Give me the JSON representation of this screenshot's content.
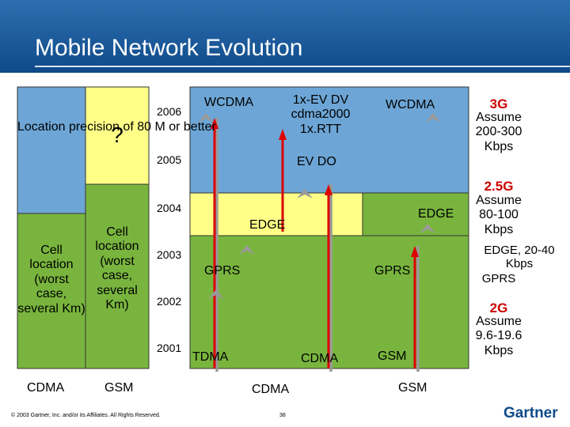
{
  "title": "Mobile Network Evolution",
  "colors": {
    "header": "#1a5a9e",
    "blue_fill": "#6da6d6",
    "green_fill": "#79b53e",
    "yellow_fill": "#ffff88",
    "arrow": "#dd0000",
    "tag_red": "#cc0000"
  },
  "left_boxes": {
    "location_precision": "Location precision of 80 M or better",
    "question": "?",
    "cell_location_cdma": "Cell location (worst case, several Km)",
    "cell_location_gsm": "Cell location (worst case, several Km)"
  },
  "years": [
    "2006",
    "2005",
    "2004",
    "2003",
    "2002",
    "2001"
  ],
  "tech_labels": {
    "wcdma_left": "WCDMA",
    "cdma2000": "1x-EV DV cdma2000 1x.RTT",
    "wcdma_right": "WCDMA",
    "ev_do": "EV DO",
    "edge_mid": "EDGE",
    "edge_right": "EDGE",
    "gprs_left": "GPRS",
    "gprs_right": "GPRS",
    "tdma": "TDMA",
    "cdma_mid": "CDMA",
    "gsm_right": "GSM"
  },
  "bottom_labels": {
    "cdma_left": "CDMA",
    "gsm_left": "GSM",
    "cdma_center": "CDMA",
    "gsm_right": "GSM"
  },
  "generations": {
    "g3_tag": "3G",
    "g3_text": "Assume 200-300 Kbps",
    "g25_tag": "2.5G",
    "g25_text": "Assume 80-100 Kbps",
    "g25_edge": "EDGE, 20-40 Kbps",
    "g25_gprs": "GPRS",
    "g2_tag": "2G",
    "g2_text": "Assume 9.6-19.6 Kbps"
  },
  "footer": {
    "copyright": "© 2003 Gartner, Inc. and/or its Affiliates. All Rights Reserved.",
    "page": "38",
    "logo": "Gartner"
  }
}
